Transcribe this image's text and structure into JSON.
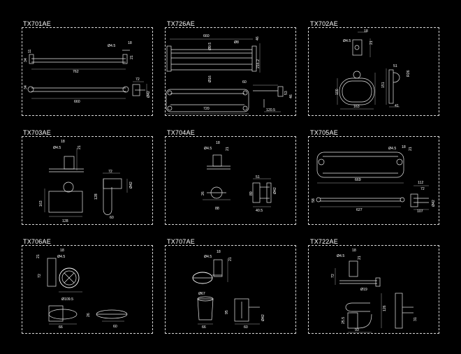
{
  "panels": [
    {
      "code": "TX701AE",
      "dims": [
        "11",
        "34",
        "18",
        "Ø4.5",
        "21",
        "762",
        "34",
        "72",
        "Ø42",
        "660"
      ]
    },
    {
      "code": "TX726AE",
      "dims": [
        "660",
        "Ø8",
        "46",
        "Ø9.5",
        "Ø16",
        "216.2",
        "60",
        "53",
        "46",
        "720",
        "120.5"
      ]
    },
    {
      "code": "TX702AE",
      "dims": [
        "18",
        "Ø4.5",
        "21",
        "51",
        "R26",
        "100",
        "151",
        "163",
        "41"
      ]
    },
    {
      "code": "TX703AE",
      "dims": [
        "18",
        "Ø4.5",
        "21",
        "72",
        "Ø42",
        "163",
        "128",
        "128",
        "60"
      ]
    },
    {
      "code": "TX704AE",
      "dims": [
        "18",
        "Ø4.5",
        "21",
        "51",
        "26",
        "89",
        "Ø42",
        "88",
        "40.5"
      ]
    },
    {
      "code": "TX705AE",
      "dims": [
        "Ø4.5",
        "18",
        "21",
        "669",
        "112",
        "72",
        "58",
        "627",
        "107",
        "Ø42"
      ]
    },
    {
      "code": "TX706AE",
      "dims": [
        "18",
        "Ø4.5",
        "21",
        "72",
        "Ø109.5",
        "26",
        "66",
        "60"
      ]
    },
    {
      "code": "TX707AE",
      "dims": [
        "18",
        "Ø4.5",
        "21",
        "Ø67",
        "95",
        "66",
        "60",
        "Ø42"
      ]
    },
    {
      "code": "TX722AE",
      "dims": [
        "18",
        "Ø4.5",
        "21",
        "72",
        "Ø19",
        "126",
        "25.5",
        "93",
        "31"
      ]
    }
  ]
}
